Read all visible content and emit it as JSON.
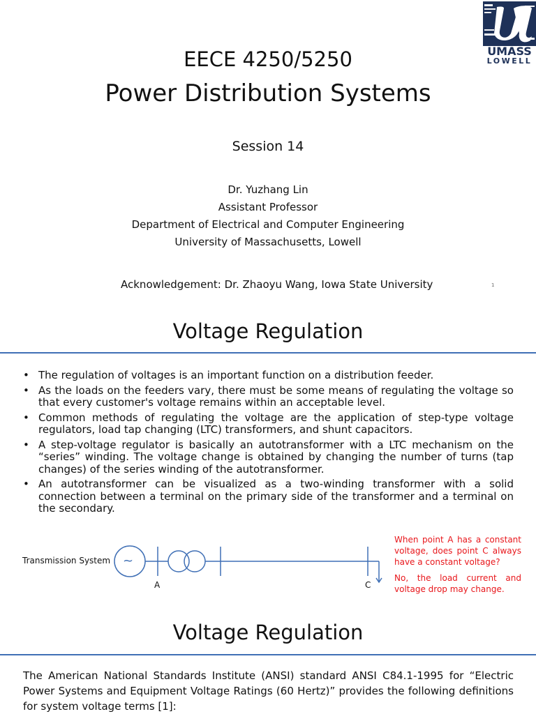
{
  "slide1": {
    "logo": {
      "line1": "UMASS",
      "line2": "LOWELL"
    },
    "course": "EECE 4250/5250",
    "title": "Power Distribution Systems",
    "session": "Session 14",
    "author": [
      "Dr. Yuzhang Lin",
      "Assistant Professor",
      "Department of Electrical and Computer Engineering",
      "University of Massachusetts, Lowell"
    ],
    "acknowledgement": "Acknowledgement: Dr. Zhaoyu Wang, Iowa State University",
    "page_number": "1"
  },
  "slide2": {
    "title": "Voltage Regulation",
    "bullets": [
      "The regulation of voltages is an important function on a distribution feeder.",
      "As the loads on the feeders vary, there must be some means of regulating the voltage so that every customer's voltage remains within an acceptable level.",
      "Common methods of regulating the voltage are the application of step-type voltage regulators, load tap changing (LTC) transformers, and shunt capacitors.",
      "A step-voltage regulator is basically an autotransformer with a LTC mechanism on the “series” winding. The voltage change is obtained by changing the number of turns (tap changes) of the series winding of the autotransformer.",
      "An autotransformer can be visualized as a two-winding transformer with a solid connection between a terminal on the primary side of the transformer and a terminal on the secondary."
    ],
    "diagram": {
      "source_label": "Transmission System",
      "source_symbol": "~",
      "point_a": "A",
      "point_c": "C",
      "line_color": "#3f6fb5"
    },
    "note_question": "When point A has a constant voltage, does point C always have a constant voltage?",
    "note_answer": "No, the load current and voltage drop may change.",
    "note_color": "#e8161b"
  },
  "slide3": {
    "title": "Voltage Regulation",
    "body": "The American National Standards Institute (ANSI) standard ANSI C84.1-1995 for “Electric Power Systems and Equipment Voltage Ratings (60 Hertz)” provides the following definitions for system voltage terms [1]:"
  },
  "colors": {
    "accent_rule": "#3f6fb5",
    "logo_navy": "#1e3158",
    "text": "#111111"
  }
}
